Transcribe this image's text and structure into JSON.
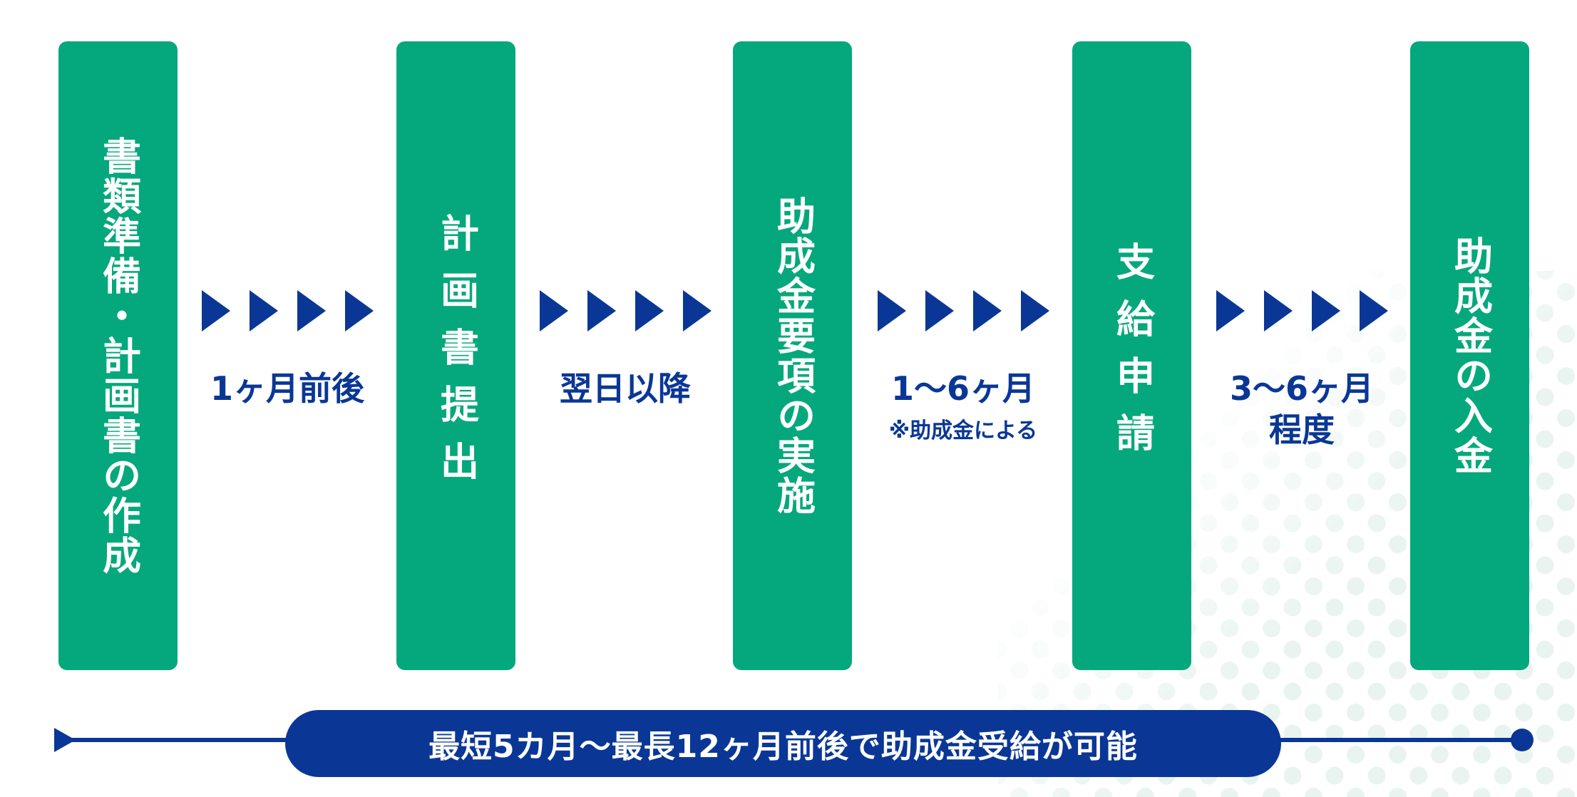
{
  "colors": {
    "step_box": "#05a87c",
    "accent_navy": "#0a3796",
    "step_text": "#ffffff",
    "dots": "#e9f4f1"
  },
  "steps": [
    {
      "label": "書類準備・計画書の作成"
    },
    {
      "label": "計画書提出"
    },
    {
      "label": "助成金要項の実施"
    },
    {
      "label": "支給申請"
    },
    {
      "label": "助成金の入金"
    }
  ],
  "transitions": [
    {
      "duration": "1ヶ月前後",
      "icon": "arrow-right-triangles"
    },
    {
      "duration": "翌日以降",
      "icon": "arrow-right-triangles"
    },
    {
      "duration": "1〜6ヶ月",
      "note": "※助成金による",
      "icon": "arrow-right-triangles"
    },
    {
      "duration": "3〜6ヶ月",
      "duration_line2": "程度",
      "icon": "arrow-right-triangles"
    }
  ],
  "timeline": {
    "summary": "最短5カ月〜最長12ヶ月前後で助成金受給が可能",
    "start_icon": "triangle-start-icon",
    "end_icon": "circle-end-icon"
  }
}
